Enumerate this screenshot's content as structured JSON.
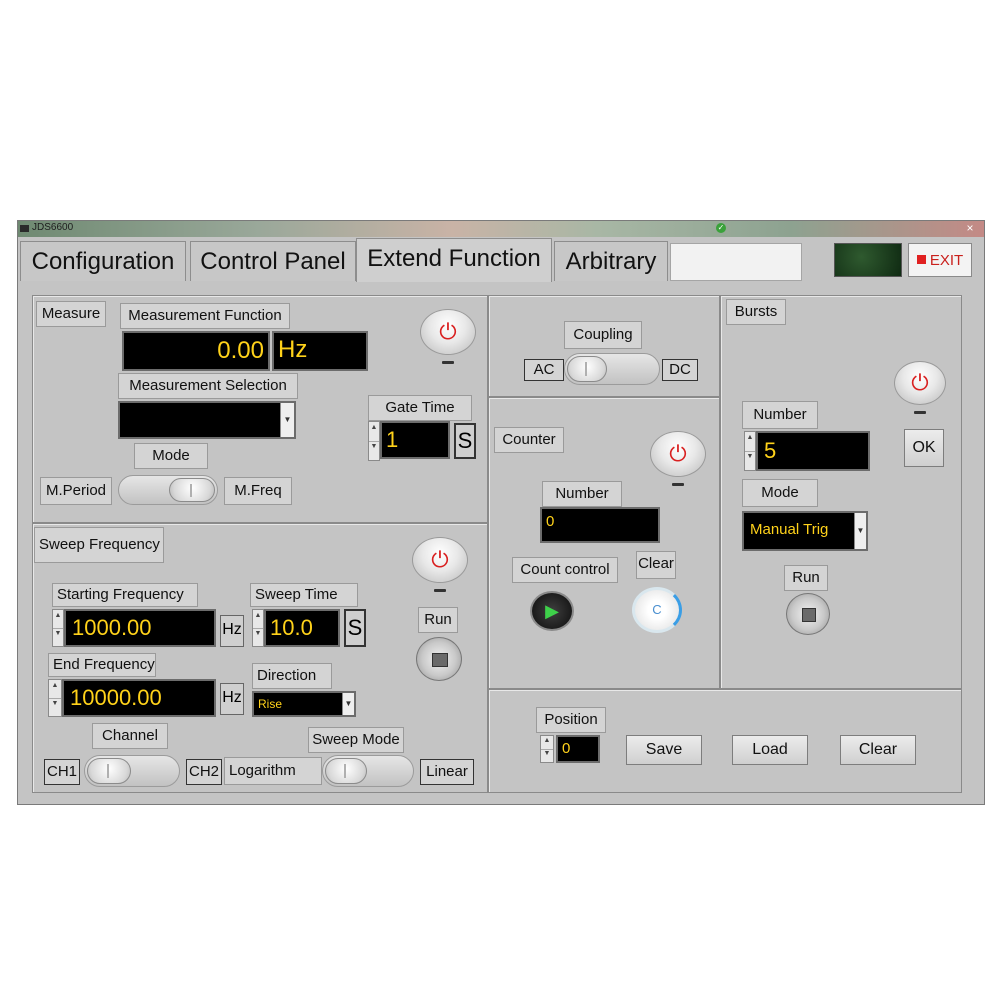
{
  "window": {
    "title": "JDS6600",
    "close_glyph": "×",
    "status_dot": "✓"
  },
  "tabs": [
    {
      "label": "Configuration",
      "active": false
    },
    {
      "label": "Control Panel",
      "active": false
    },
    {
      "label": "Extend Function",
      "active": true
    },
    {
      "label": "Arbitrary",
      "active": false
    }
  ],
  "exit": {
    "label": "EXIT",
    "color": "#e02020"
  },
  "measure": {
    "section_label": "Measure",
    "function_label": "Measurement Function",
    "value": "0.00",
    "unit": "Hz",
    "selection_label": "Measurement Selection",
    "selection_value": "",
    "gate_time_label": "Gate Time",
    "gate_time_value": "1",
    "gate_time_unit": "S",
    "mode_label": "Mode",
    "mode_left": "M.Period",
    "mode_right": "M.Freq",
    "power_icon": "power-icon"
  },
  "coupling": {
    "label": "Coupling",
    "left": "AC",
    "right": "DC"
  },
  "counter": {
    "section_label": "Counter",
    "number_label": "Number",
    "number_value": "0",
    "count_control_label": "Count control",
    "clear_label": "Clear",
    "clear_glyph": "C",
    "play_glyph": "▶"
  },
  "bursts": {
    "section_label": "Bursts",
    "number_label": "Number",
    "number_value": "5",
    "ok_label": "OK",
    "mode_label": "Mode",
    "mode_value": "Manual Trig",
    "run_label": "Run"
  },
  "sweep": {
    "section_label": "Sweep Frequency",
    "start_label": "Starting Frequency",
    "start_value": "1000.00",
    "start_unit": "Hz",
    "time_label": "Sweep Time",
    "time_value": "10.0",
    "time_unit": "S",
    "end_label": "End Frequency",
    "end_value": "10000.00",
    "end_unit": "Hz",
    "direction_label": "Direction",
    "direction_value": "Rise",
    "run_label": "Run",
    "channel_label": "Channel",
    "ch_left": "CH1",
    "ch_right": "CH2",
    "mode_label": "Sweep Mode",
    "mode_left": "Logarithm",
    "mode_right": "Linear"
  },
  "position": {
    "label": "Position",
    "value": "0",
    "save_label": "Save",
    "load_label": "Load",
    "clear_label": "Clear"
  },
  "glyphs": {
    "power": "⏻",
    "spin_up": "▲",
    "spin_down": "▼",
    "select_arrow": "▼"
  },
  "colors": {
    "display_text": "#ffd21a",
    "power_red": "#d92020",
    "panel_bg": "#c4c4c4",
    "play_green": "#3ed14a"
  }
}
